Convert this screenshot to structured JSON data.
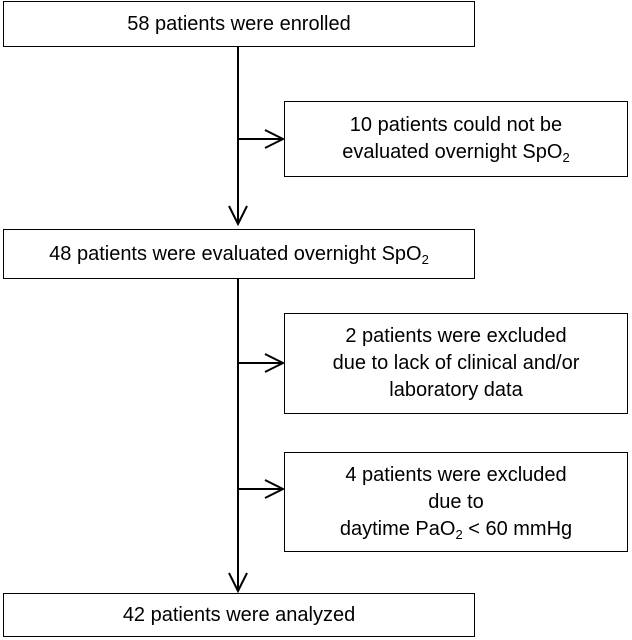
{
  "flowchart": {
    "enrolled": {
      "text": "58 patients were enrolled"
    },
    "not_evaluated": {
      "line1": "10 patients could not be",
      "line2_pre": "evaluated overnight SpO",
      "line2_sub": "2"
    },
    "evaluated": {
      "pre": "48 patients were evaluated overnight SpO",
      "sub": "2"
    },
    "excluded_data": {
      "line1": "2 patients were excluded",
      "line2": "due to lack of clinical and/or",
      "line3": "laboratory data"
    },
    "excluded_pao2": {
      "line1": "4 patients were excluded",
      "line2": "due to",
      "line3_pre": "daytime PaO",
      "line3_sub": "2",
      "line3_post": " < 60 mmHg"
    },
    "analyzed": {
      "text": "42 patients were analyzed"
    }
  }
}
